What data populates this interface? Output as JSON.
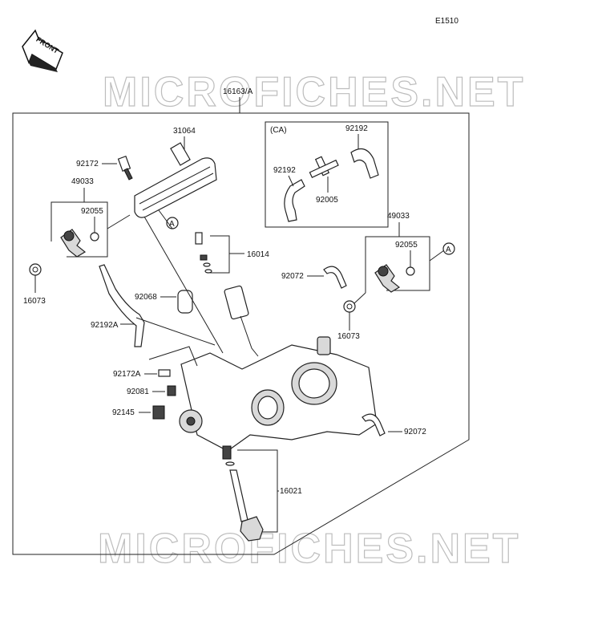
{
  "figure_code": "E1510",
  "front_label": "FRONT",
  "watermark": "MICROFICHES.NET",
  "labels": {
    "assembly": "16163/A",
    "p31064": "31064",
    "p92172": "92172",
    "p49033_left": "49033",
    "p92055_left": "92055",
    "p16073_left": "16073",
    "circle_a_left": "A",
    "p16014": "16014",
    "p92068": "92068",
    "p92192A": "92192A",
    "p92172A": "92172A",
    "p92081": "92081",
    "p92145": "92145",
    "p16021": "16021",
    "ca_title": "(CA)",
    "ca_92192_top": "92192",
    "ca_92192_left": "92192",
    "ca_92005": "92005",
    "p49033_right": "49033",
    "p92055_right": "92055",
    "circle_a_right": "A",
    "p92072_upper": "92072",
    "p16073_right": "16073",
    "p92072_lower": "92072"
  }
}
